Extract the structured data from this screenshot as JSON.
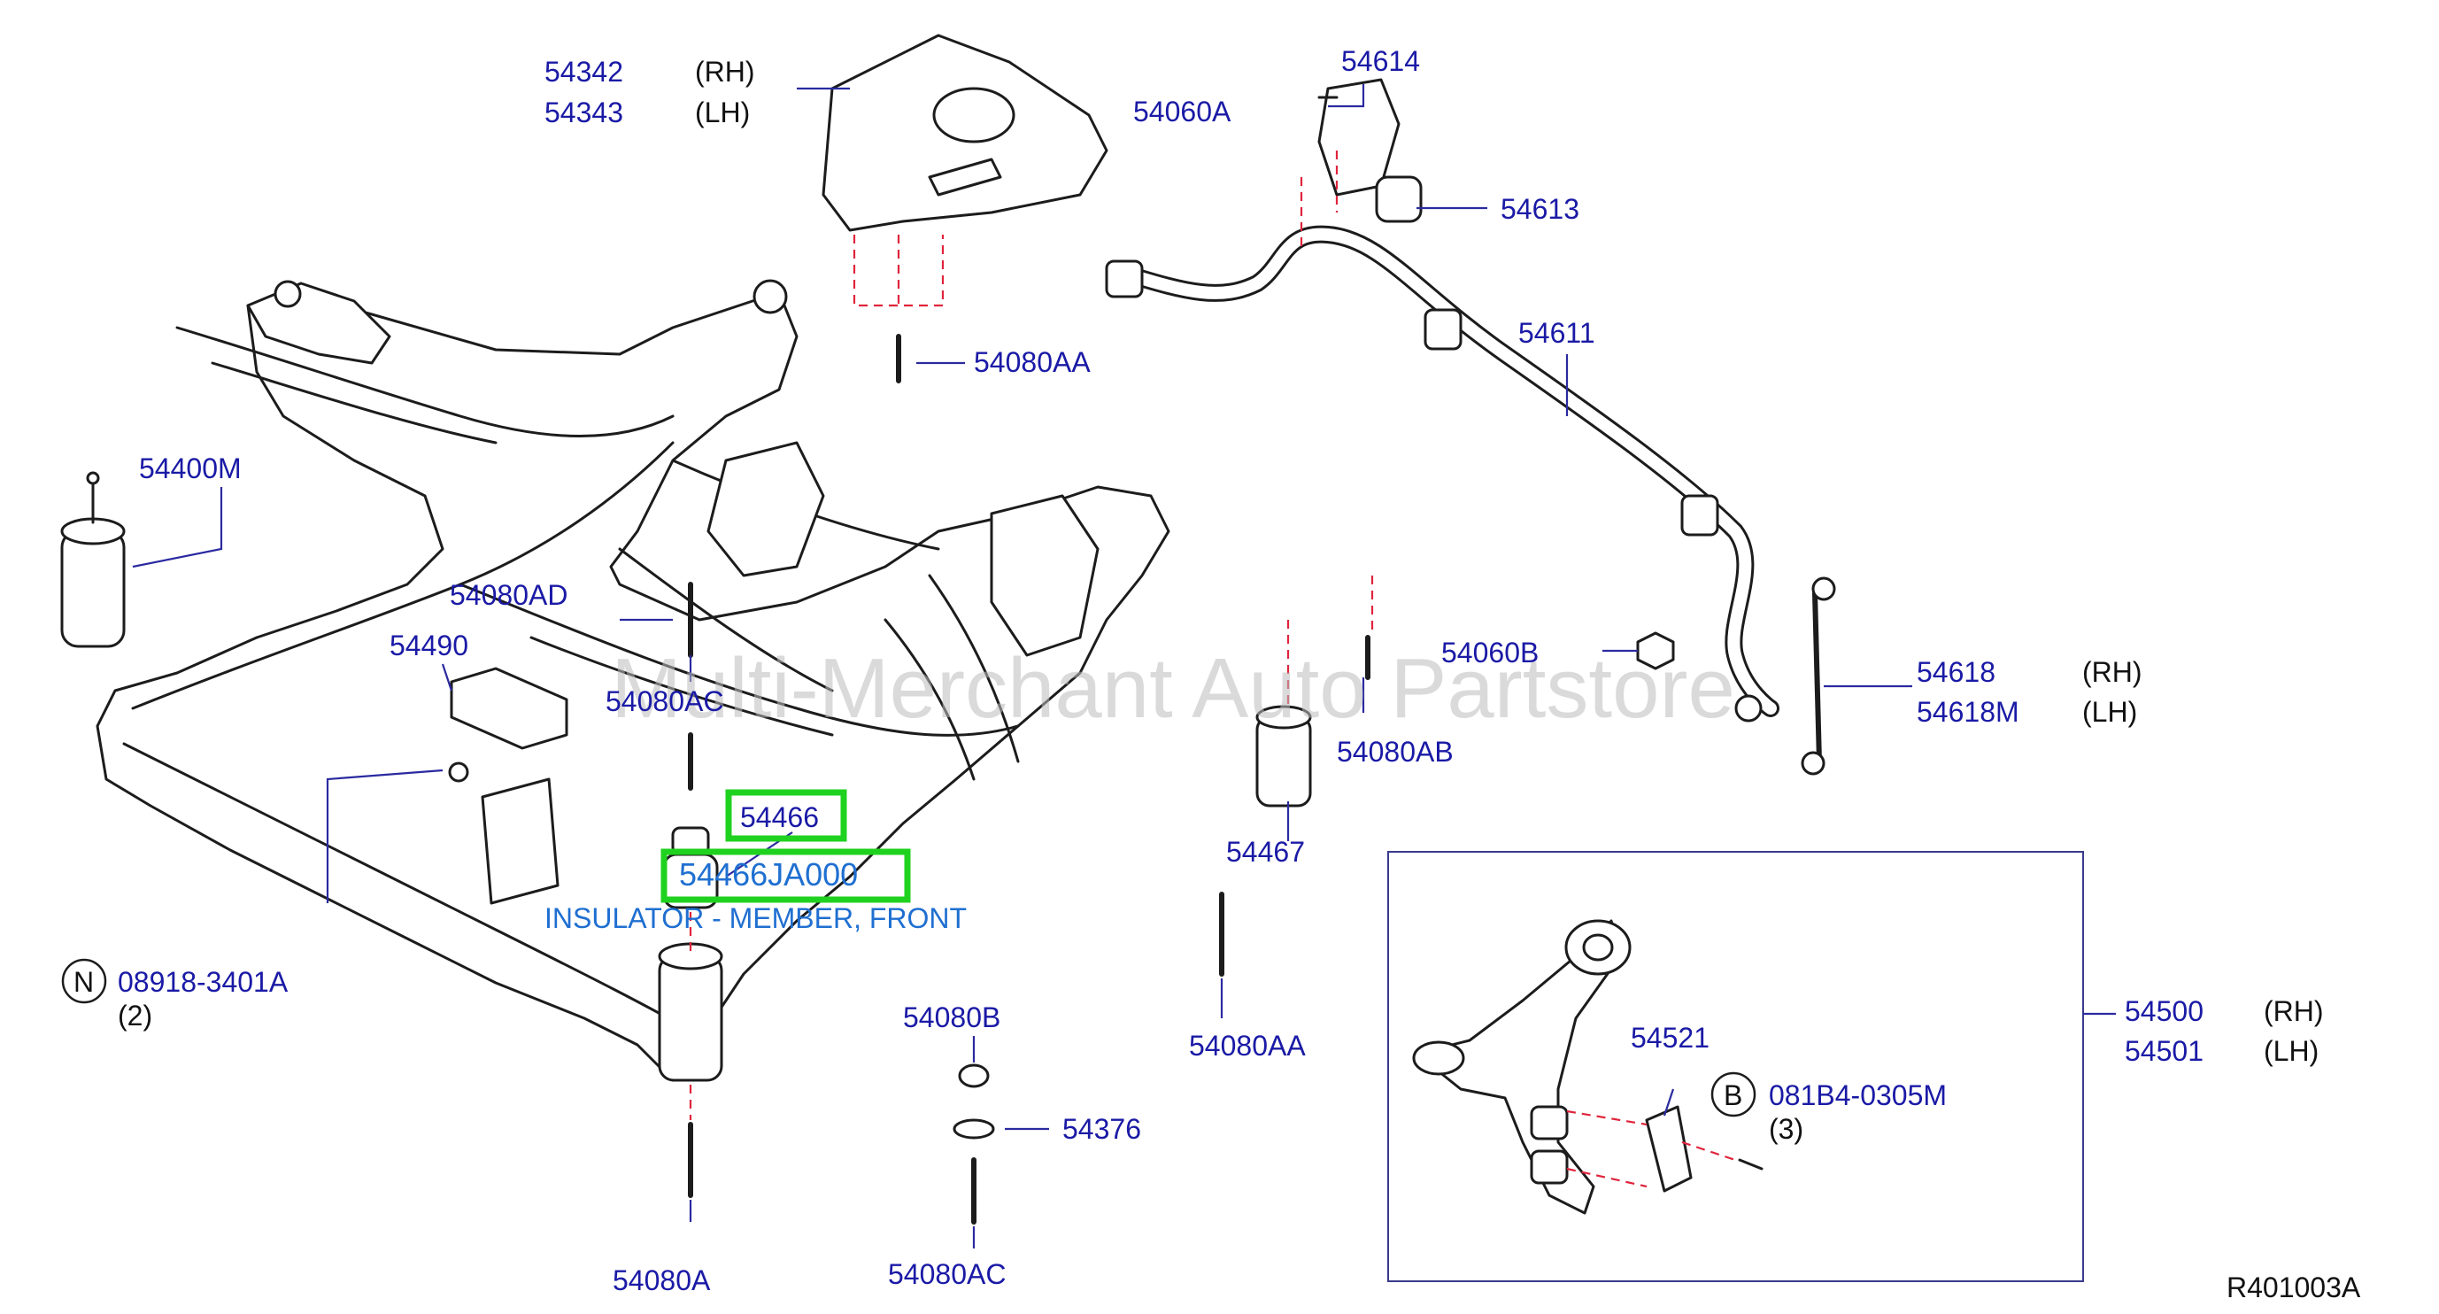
{
  "callouts": {
    "p54342": "54342",
    "p54343": "54343",
    "p54060A": "54060A",
    "p54614": "54614",
    "p54613": "54613",
    "p54611": "54611",
    "p54080AA_top": "54080AA",
    "p54400M": "54400M",
    "p54080AD": "54080AD",
    "p54490": "54490",
    "p54080AC_mid": "54080AC",
    "p54060B": "54060B",
    "p54618": "54618",
    "p54618M": "54618M",
    "p54080AB": "54080AB",
    "p54467": "54467",
    "p54466": "54466",
    "p54466JA000": "54466JA000",
    "insulator_desc": "INSULATOR - MEMBER, FRONT",
    "p08918": "08918-3401A",
    "qty_n": "(2)",
    "n_symbol": "N",
    "p54080B": "54080B",
    "p54376": "54376",
    "p54080AC_bot": "54080AC",
    "p54080A": "54080A",
    "p54080AA_bot": "54080AA",
    "p54521": "54521",
    "p081B4": "081B4-0305M",
    "qty_b": "(3)",
    "b_symbol": "B",
    "p54500": "54500",
    "p54501": "54501",
    "ref": "R401003A"
  },
  "sides": {
    "rh1": "(RH)",
    "lh1": "(LH)",
    "rh2": "(RH)",
    "lh2": "(LH)",
    "rh3": "(RH)",
    "lh3": "(LH)"
  },
  "watermark": "Multi-Merchant Auto Partstore",
  "colors": {
    "callout": "#1a1aa6",
    "highlight": "#1fd21f",
    "leader_dashed": "#e0243c",
    "description": "#1f6fd1"
  }
}
